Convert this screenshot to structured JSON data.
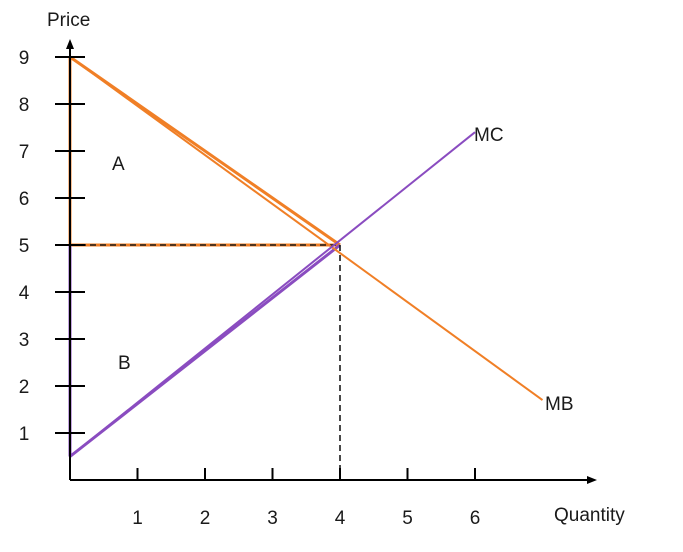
{
  "chart_data": {
    "type": "line",
    "xlabel": "Quantity",
    "ylabel": "Price",
    "xlim": [
      0,
      7.5
    ],
    "ylim": [
      0,
      9
    ],
    "x_ticks": [
      1,
      2,
      3,
      4,
      5,
      6
    ],
    "y_ticks": [
      1,
      2,
      3,
      4,
      5,
      6,
      7,
      8,
      9
    ],
    "colors": {
      "MB": "#f07f26",
      "MC": "#8a4cc0",
      "guide": "#1a1a1a",
      "axis": "#000000"
    },
    "series": [
      {
        "name": "MB",
        "x": [
          0,
          7
        ],
        "y": [
          9,
          1.7
        ]
      },
      {
        "name": "MC",
        "x": [
          0,
          6
        ],
        "y": [
          0.5,
          7.4
        ]
      }
    ],
    "equilibrium": {
      "x": 4,
      "y": 5
    },
    "regions": [
      {
        "label": "A",
        "x": 0.7,
        "y": 7
      },
      {
        "label": "B",
        "x": 0.8,
        "y": 2.8
      }
    ],
    "grid": false,
    "legend": "none"
  }
}
